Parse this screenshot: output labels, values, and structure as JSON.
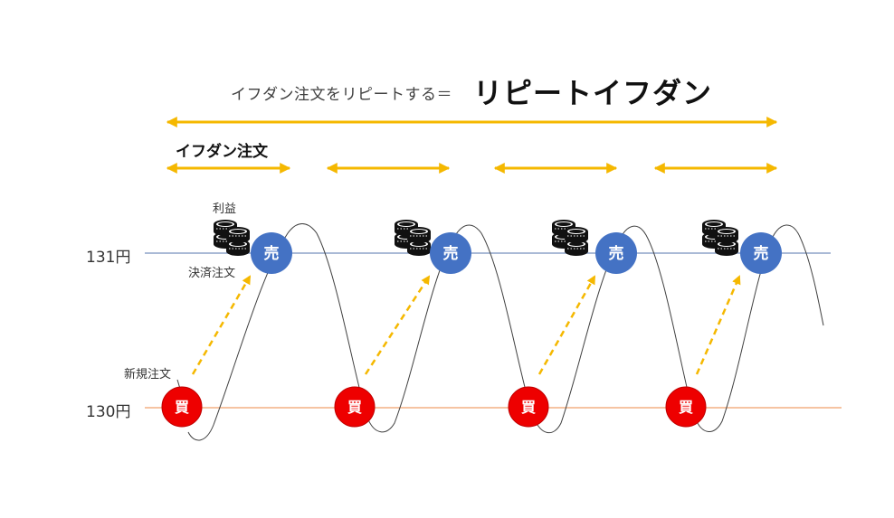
{
  "title": {
    "prefix": "イフダン注文をリピートする＝",
    "main": "リピートイフダン"
  },
  "labels": {
    "ifdan_order": "イフダン注文",
    "profit": "利益",
    "settlement_order": "決済注文",
    "new_order": "新規注文"
  },
  "price_levels": [
    {
      "label": "131円",
      "value": 131,
      "role": "sell",
      "line_color": "#8EA4C8"
    },
    {
      "label": "130円",
      "value": 130,
      "role": "buy",
      "line_color": "#F4B183"
    }
  ],
  "markers": {
    "sell": {
      "text": "売",
      "color": "#4472C4"
    },
    "buy": {
      "text": "買",
      "color": "#EE0000"
    }
  },
  "colors": {
    "arrow": "#F5B800",
    "wave": "#404040"
  },
  "cycles": [
    {
      "buy_label": "買",
      "sell_label": "売",
      "profit_icon": "coins-icon"
    },
    {
      "buy_label": "買",
      "sell_label": "売",
      "profit_icon": "coins-icon"
    },
    {
      "buy_label": "買",
      "sell_label": "売",
      "profit_icon": "coins-icon"
    },
    {
      "buy_label": "買",
      "sell_label": "売",
      "profit_icon": "coins-icon"
    }
  ]
}
